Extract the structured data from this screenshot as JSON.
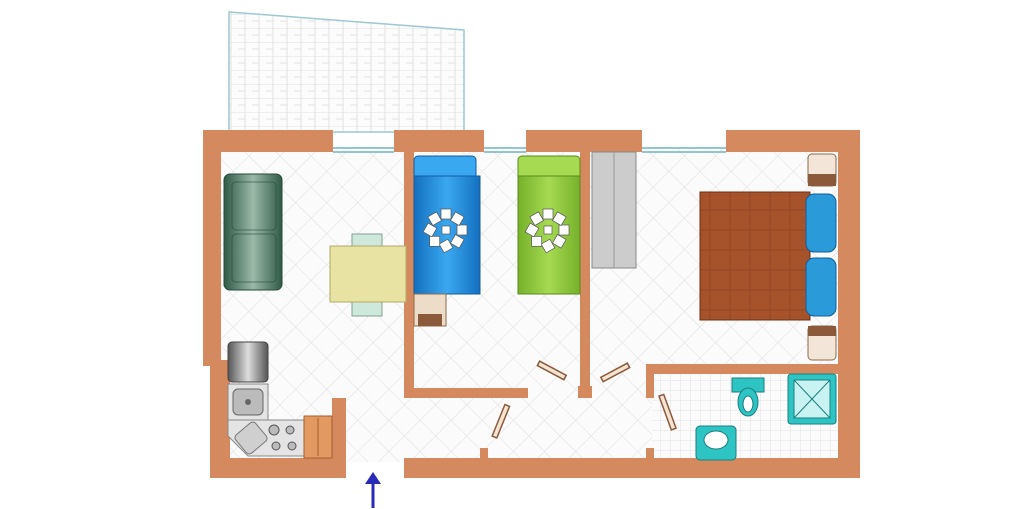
{
  "floor_plan": {
    "rooms": [
      {
        "name": "living-kitchen",
        "furniture": [
          "sofa",
          "dining-table",
          "chairs",
          "kitchen-counter",
          "stove",
          "sink",
          "fridge"
        ]
      },
      {
        "name": "bedroom-1",
        "furniture": [
          "single-bed-blue",
          "desk"
        ]
      },
      {
        "name": "bedroom-2",
        "furniture": [
          "single-bed-green",
          "wardrobe"
        ]
      },
      {
        "name": "master-bedroom",
        "furniture": [
          "double-bed",
          "nightstands",
          "pillows"
        ]
      },
      {
        "name": "bathroom",
        "furniture": [
          "toilet",
          "shower",
          "washbasin"
        ]
      },
      {
        "name": "terrace",
        "furniture": []
      }
    ],
    "entrance": {
      "icon": "arrow-up-icon"
    },
    "colors": {
      "wall": "#d48a5e",
      "floor_tile": "#e6e6e6",
      "sofa": "#3f6e58",
      "table": "#e8e3a2",
      "bed_blue": "#1e8ed8",
      "bed_green": "#8cc43a",
      "double_bed": "#a6532b",
      "pillow_blue": "#2a9ad8",
      "bath_fixture": "#2fc4c4",
      "wardrobe": "#c8c8c8",
      "entrance_arrow": "#2a2ab8"
    }
  }
}
